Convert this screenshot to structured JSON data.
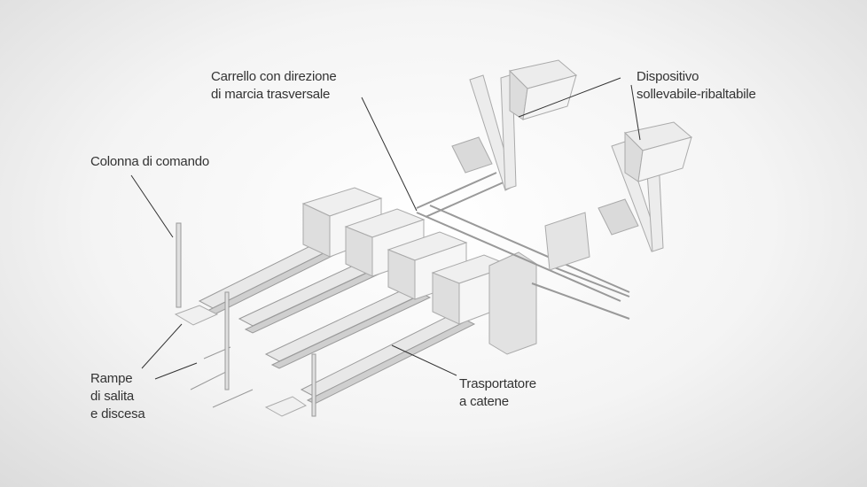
{
  "labels": {
    "carrello": [
      "Carrello con direzione",
      "di marcia trasversale"
    ],
    "dispositivo": [
      "Dispositivo",
      "sollevabile-ribaltabile"
    ],
    "colonna": [
      "Colonna di comando"
    ],
    "rampe": [
      "Rampe",
      "di salita",
      "e discesa"
    ],
    "trasportatore": [
      "Trasportatore",
      "a catene"
    ]
  },
  "colors": {
    "text": "#333333",
    "machine": "#e6e6e6",
    "line": "#333333"
  }
}
